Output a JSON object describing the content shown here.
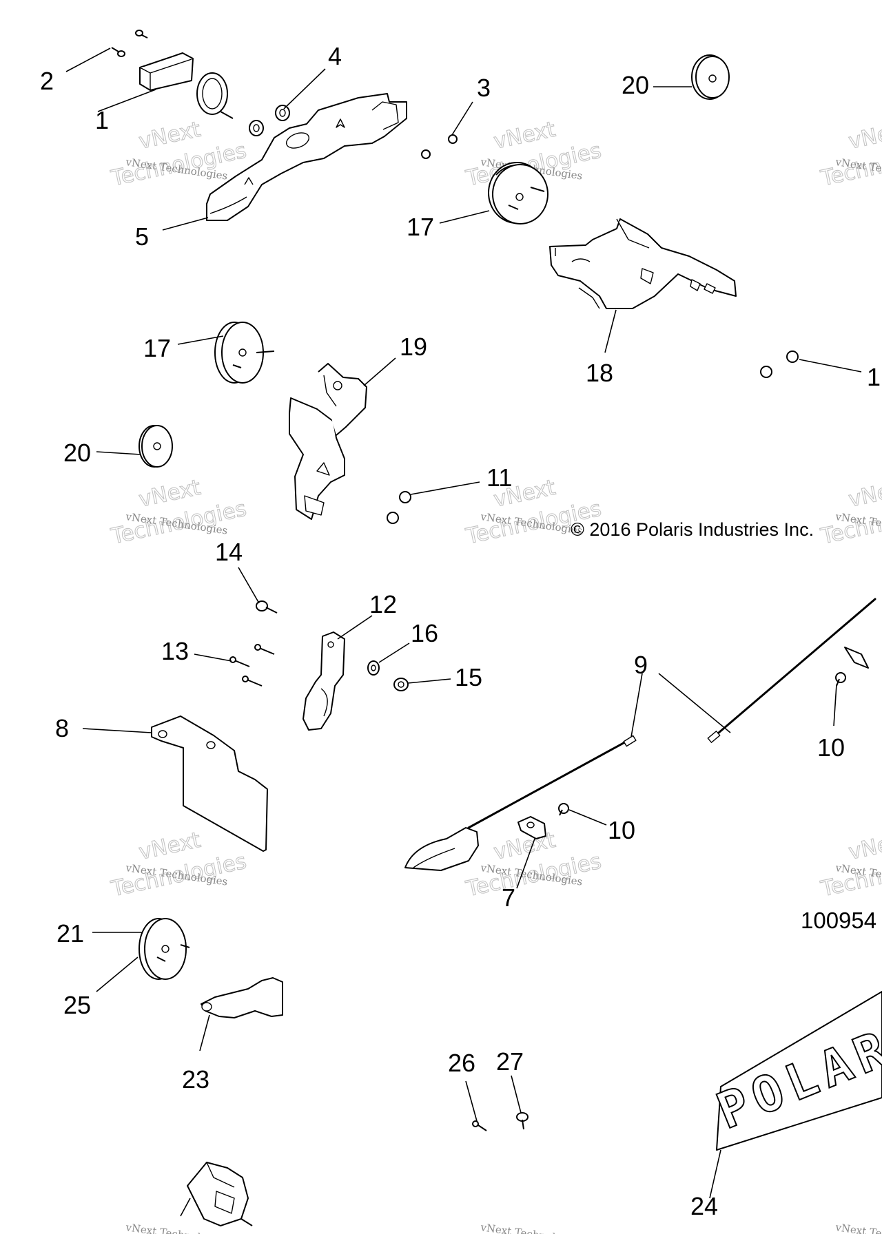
{
  "callouts": {
    "c1": "1",
    "c2": "2",
    "c3": "3",
    "c4": "4",
    "c5": "5",
    "c17a": "17",
    "c17b": "17",
    "c18": "18",
    "c19": "19",
    "c20a": "20",
    "c20b": "20",
    "c1r": "1",
    "c11": "11",
    "c14": "14",
    "c12": "12",
    "c16": "16",
    "c13": "13",
    "c15": "15",
    "c8": "8",
    "c9": "9",
    "c10a": "10",
    "c10b": "10",
    "c7": "7",
    "c21": "21",
    "c25": "25",
    "c23": "23",
    "c26": "26",
    "c27": "27",
    "c24": "24"
  },
  "copyright": "© 2016 Polaris Industries Inc.",
  "diagram_number": "100954",
  "brand_plate_text": "POLARIS",
  "watermark": {
    "small": "vNext Technologies",
    "large": "Technologies",
    "top": "vNext",
    "right_small": "vNext Te"
  },
  "colors": {
    "ink": "#000000",
    "watermark": "#c4c4c4",
    "background": "#ffffff"
  }
}
